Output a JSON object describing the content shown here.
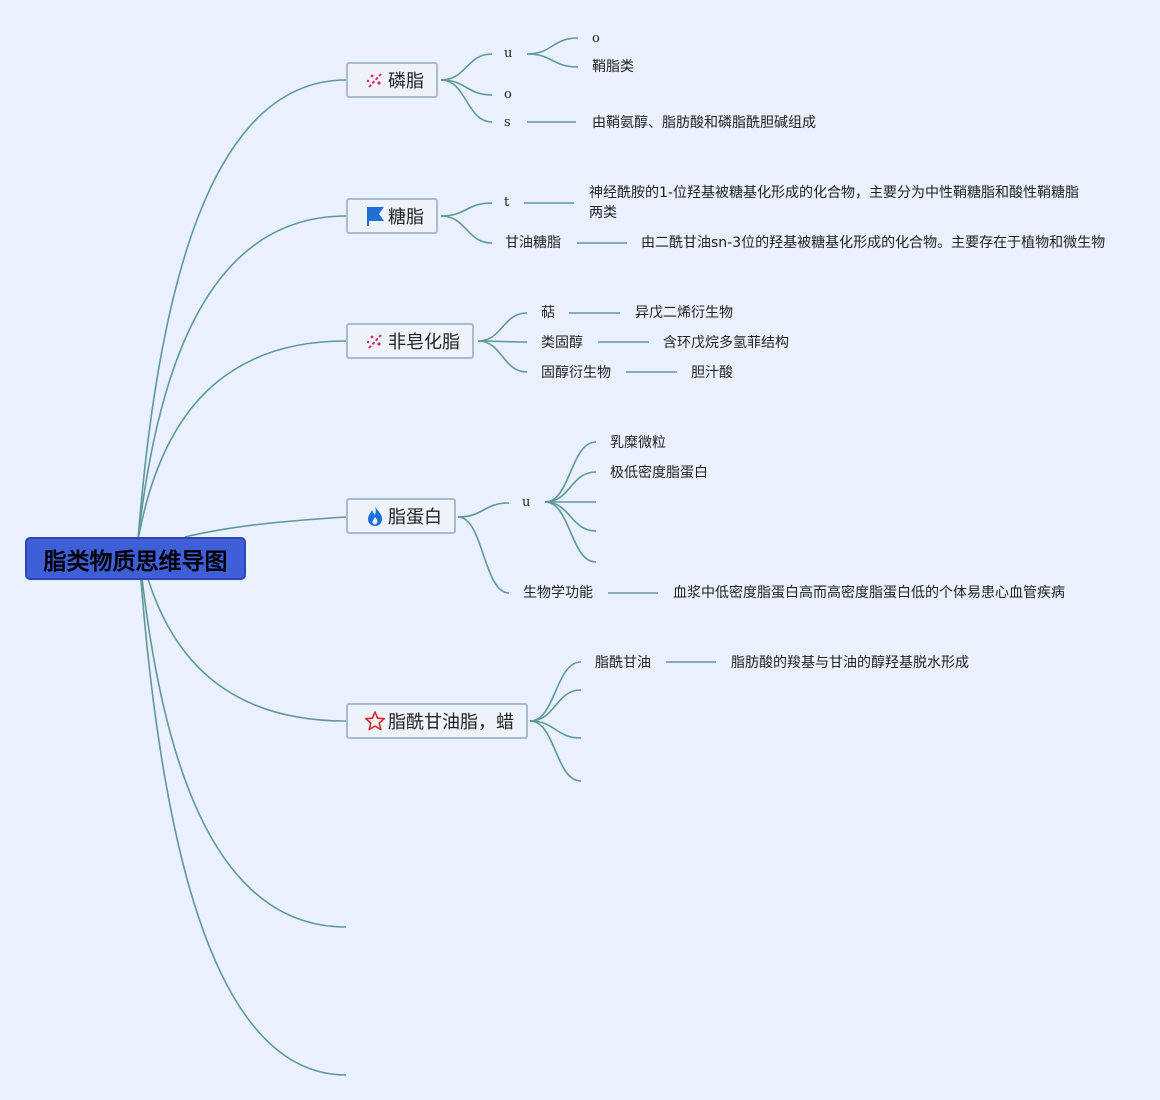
{
  "root": {
    "title": "脂类物质思维导图"
  },
  "colors": {
    "link": "#5d9a96",
    "root_bg": "#3f5fd8",
    "node_border": "#a7bccc",
    "background": "#eaf0fd"
  },
  "branches": {
    "phospholipid": {
      "title": "磷脂",
      "icon": "sparkle-icon",
      "sub_u": "u",
      "sub_u_child_o": "o",
      "sub_u_child": "鞘脂类",
      "sub_o": "o",
      "sub_s": "s",
      "sub_s_desc": "由鞘氨醇、脂肪酸和磷脂酰胆碱组成"
    },
    "glycolipid": {
      "title": "糖脂",
      "icon": "flag-icon",
      "sub_t": "t",
      "sub_t_desc": "神经酰胺的1-位羟基被糖基化形成的化合物，主要分为中性鞘糖脂和酸性鞘糖脂两类",
      "glyceroglycolipid": "甘油糖脂",
      "glyceroglycolipid_desc": "由二酰甘油sn-3位的羟基被糖基化形成的化合物。主要存在于植物和微生物"
    },
    "nonsaponifiable": {
      "title": "非皂化脂",
      "icon": "sparkle-icon",
      "terpene": "萜",
      "terpene_desc": "异戊二烯衍生物",
      "steroid": "类固醇",
      "steroid_desc": "含环戊烷多氢菲结构",
      "sterol_derivative": "固醇衍生物",
      "sterol_derivative_desc": "胆汁酸"
    },
    "lipoprotein": {
      "title": "脂蛋白",
      "icon": "fire-icon",
      "sub_u": "u",
      "chylomicron": "乳糜微粒",
      "vldl": "极低密度脂蛋白",
      "bio_function": "生物学功能",
      "bio_function_desc": "血浆中低密度脂蛋白高而高密度脂蛋白低的个体易患心血管疾病"
    },
    "triglyceride": {
      "title": "脂酰甘油脂，蜡",
      "icon": "star-icon",
      "acylglycerol": "脂酰甘油",
      "acylglycerol_desc": "脂肪酸的羧基与甘油的醇羟基脱水形成"
    }
  }
}
